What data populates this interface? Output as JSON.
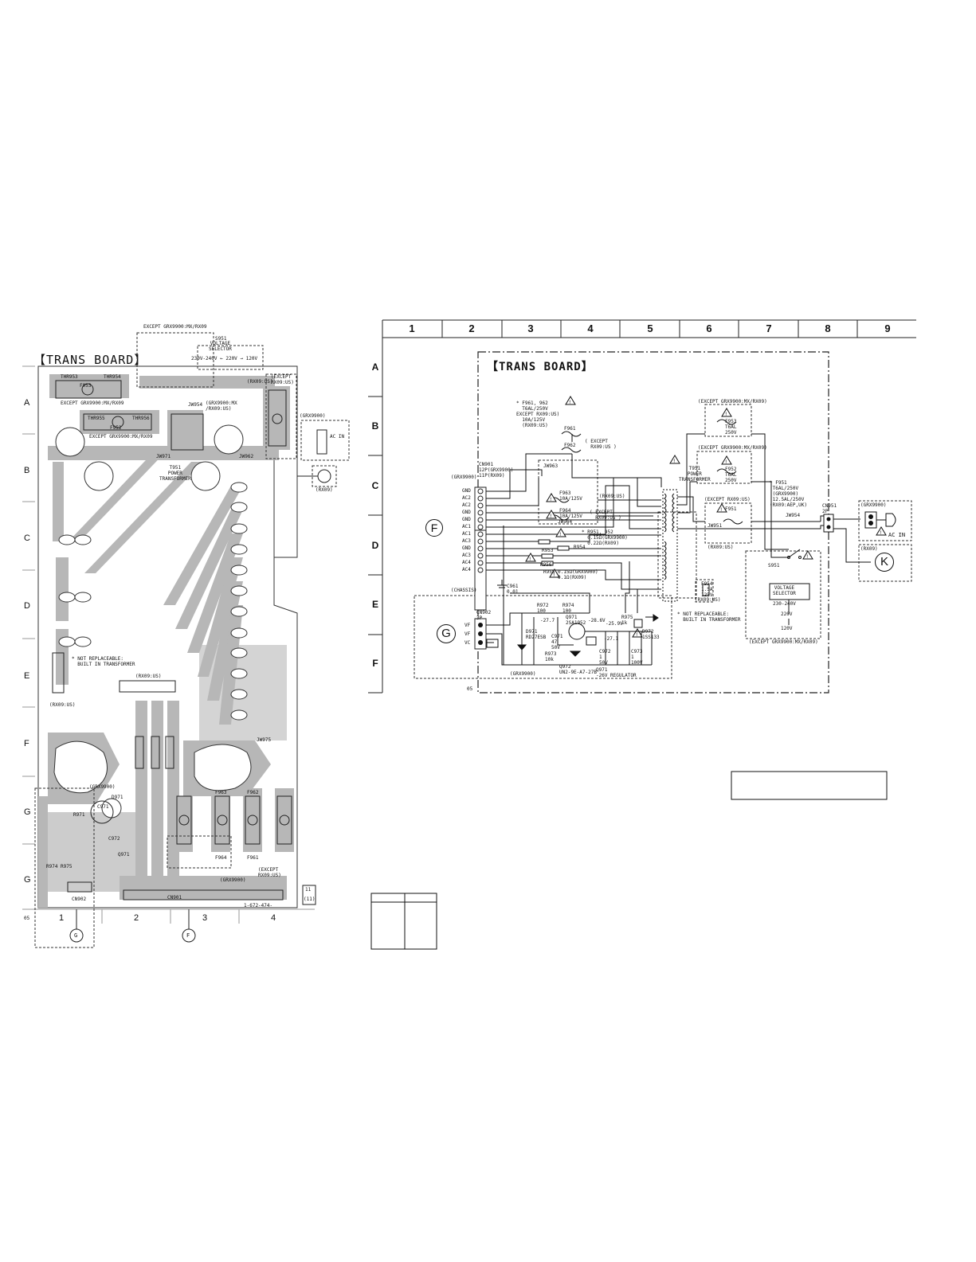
{
  "pcb": {
    "title": "【TRANS BOARD】",
    "row_labels": [
      "A",
      "B",
      "C",
      "D",
      "E",
      "F",
      "G",
      "G"
    ],
    "col_labels": [
      "1",
      "2",
      "3",
      "4"
    ],
    "bottom_code": "05",
    "refs": {
      "except_top": "EXCEPT GRX9900:MX/RX09",
      "s951": "S951",
      "voltage_selector": "VOLTAGE\nSELECTOR",
      "voltage_range": "230V-240V ← 220V → 120V",
      "thr953": "THR953",
      "thr954": "THR954",
      "f953": "F953",
      "except_a": "EXCEPT GRX9900:MX/RX09",
      "except_b": "EXCEPT GRX9900:MX/RX09",
      "thr955": "THR955",
      "thr956": "THR956",
      "f952": "F952",
      "jw954": "JW954",
      "grx_note": "(GRX9900:MX\n/RX09:US)",
      "rx09us_top": "(RX09:US)",
      "except_rx09": "(EXCEPT\nRX09:US)",
      "t951": "T951\nPOWER\nTRANSFORMER",
      "jw971": "JW971",
      "jw962": "JW962",
      "grx9900_ac": "(GRX9900)",
      "ac_in": "AC IN",
      "rx09_plug": "(RX09)",
      "not_replaceable": "* NOT REPLACEABLE:\n  BUILT IN TRANSFORMER",
      "rx09us_left": "(RX09:US)",
      "rx09us_mid": "(RX09:US)",
      "jw975": "JW975",
      "grx9900_g": "(GRX9900)",
      "d971": "D971",
      "c971": "C971",
      "r971": "R971",
      "c972": "C972",
      "q971": "Q971",
      "r974": "R974",
      "r975": "R975",
      "cn902": "CN902",
      "cn901": "CN901",
      "f963": "F963",
      "f964": "F964",
      "f962": "F962",
      "f961": "F961",
      "except_rx09us": "(EXCEPT\nRX09:US)",
      "grx9900_b": "(GRX9900)",
      "board_no": "1-672-474-",
      "tag_a": "11",
      "tag_b": "(11)",
      "conn_g": "G",
      "conn_f": "F"
    }
  },
  "schematic": {
    "title": "【TRANS BOARD】",
    "col_labels": [
      "1",
      "2",
      "3",
      "4",
      "5",
      "6",
      "7",
      "8",
      "9"
    ],
    "row_labels": [
      "A",
      "B",
      "C",
      "D",
      "E",
      "F"
    ],
    "bottom_code": "05",
    "connector_f": "F",
    "connector_g": "G",
    "connector_k": "K",
    "cn901_label": "CN901\n12P(GRX9900)\n11P(RX09)",
    "grx9900_label": "(GRX9900)",
    "cn901_pins": [
      "GND",
      "AC2",
      "AC2",
      "GND",
      "GND",
      "AC1",
      "AC1",
      "AC3",
      "GND",
      "AC3",
      "AC4",
      "AC4"
    ],
    "chassis": "(CHASSIS)",
    "c961": "C961\n0.01",
    "cn902_label": "CN902\n3P",
    "cn902_pins": [
      "VF",
      "VF",
      "VC"
    ],
    "fuse_note": "* F961, 962\n  T6AL/250V\nEXCEPT RX09:US)\n  10A/125V\n  (RX09:US)",
    "f961": "F961",
    "f962": "F962",
    "except_rx09": "( EXCEPT\n  RX09:US )",
    "jw963": "JW963",
    "f963": "F963\n10A/125V",
    "rx09us_a": "(RX09:US)",
    "f964": "F964\n10A/125V",
    "except_rx09_b": "( EXCEPT\n  RX09:US )",
    "jw964": "JW964",
    "r951_952": "* R951, 952\n  0.15Ω(GRX9900)\n  0.22Ω(RX09)",
    "r953": "R953",
    "r954": "R954",
    "r955": "R955 0.15Ω(GRX9900)\n     0.1Ω(RX09)",
    "r956": "R956",
    "t951": "T951\nPOWER\nTRANSFORMER",
    "not_replaceable": "* NOT REPLACEABLE:\n  BUILT IN TRANSFORMER",
    "except_grx_top": "(EXCEPT GRX9900:MX/RX09)",
    "f953": "F953\nT6AL\n250V",
    "except_grx_mid": "(EXCEPT GRX9900:MX/RX09)",
    "f952": "F952\nT6AL\n250V",
    "except_rx09us": "(EXCEPT RX09:US)",
    "f951_note": "* F951\n T6AL/250V\n (GRX9900)\n 12.5AL/250V\n(RX09:AEP,UK)",
    "f951": "F951",
    "jw951": "JW951",
    "jw954": "JW954",
    "rx09us_b": "(RX09:US)",
    "cn951": "CN951\n2P",
    "f954": "F954\n1.5A\n125V",
    "rx09us_c": "(RX09:US)",
    "s951": "S951",
    "voltage_selector": "VOLTAGE\nSELECTOR",
    "v1": "230-240V",
    "v2": "220V",
    "v3": "120V",
    "except_grx_bot": "(EXCEPT GRX9900:MX/RX09)",
    "grx9900_ac": "(GRX9900)",
    "ac_in": "AC IN",
    "rx09_k": "(RX09)",
    "r972": "R972\n100",
    "r974": "R974\n100",
    "q971": "Q971\n2SA1952",
    "v_neg": "-27.7",
    "v_neg2": "-28.6V",
    "r973": "R973\n10k",
    "d971": "D971\nRD27ESB",
    "c971": "C971\n47\n50V",
    "q972": "Q972\nUN2-9E-A7-27B",
    "v27": "-27.1",
    "c972": "C972\n1\n50V",
    "r975": "R975\n1k",
    "c973": "C973\n1\n100V",
    "d972": "D972\n1SS133",
    "v_25": "-25.9V",
    "grx9900_bot": "(GRX9900)",
    "regulator": "Q971\n-26V REGULATOR"
  }
}
